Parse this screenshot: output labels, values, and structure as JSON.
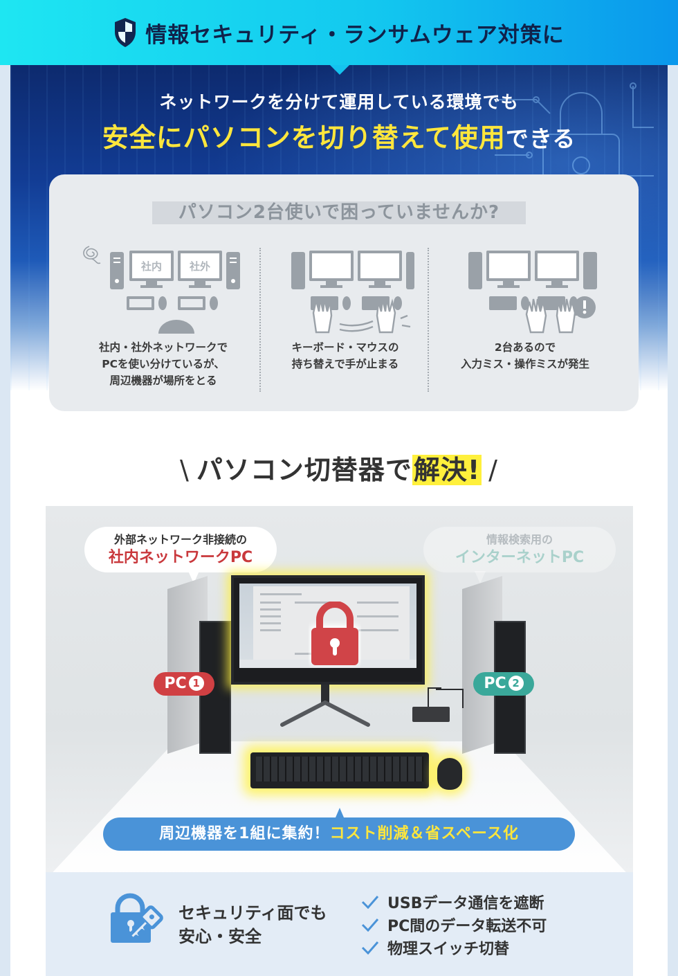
{
  "banner": {
    "title": "情報セキュリティ・ランサムウェア対策に",
    "icon": "shield-icon",
    "bg_from": "#1ee6f2",
    "bg_to": "#0a97ec"
  },
  "hero": {
    "subtitle": "ネットワークを分けて運用している環境でも",
    "headline_highlight": "安全にパソコンを切り替えて使用",
    "headline_rest": "できる",
    "highlight_color": "#ffe63c"
  },
  "problems": {
    "title": "パソコン2台使いで困っていませんか?",
    "items": [
      {
        "screen_labels": [
          "社内",
          "社外"
        ],
        "caption_lines": [
          "社内・社外ネットワークで",
          "PCを使い分けているが、",
          "周辺機器が場所をとる"
        ]
      },
      {
        "caption_lines": [
          "キーボード・マウスの",
          "持ち替えで手が止まる"
        ]
      },
      {
        "caption_lines": [
          "2台あるので",
          "入力ミス・操作ミスが発生"
        ]
      }
    ]
  },
  "solution": {
    "heading_prefix": "パソコン切替器で",
    "heading_highlight": "解決!",
    "slash_left": "\\",
    "slash_right": "/"
  },
  "scene": {
    "bubble_left": {
      "line1": "外部ネットワーク非接続の",
      "line2": "社内ネットワークPC"
    },
    "bubble_right": {
      "line1": "情報検索用の",
      "line2": "インターネットPC"
    },
    "pc1": {
      "label": "PC",
      "num": "1",
      "color": "#d04043"
    },
    "pc2": {
      "label": "PC",
      "num": "2",
      "color": "#3aa89a"
    },
    "callout_white": "周辺機器を1組に集約！",
    "callout_yellow": "コスト削減＆省スペース化"
  },
  "security": {
    "title_line1": "セキュリティ面でも",
    "title_line2": "安心・安全",
    "checks": [
      "USBデータ通信を遮断",
      "PC間のデータ転送不可",
      "物理スイッチ切替"
    ],
    "accent": "#4a93d8"
  }
}
